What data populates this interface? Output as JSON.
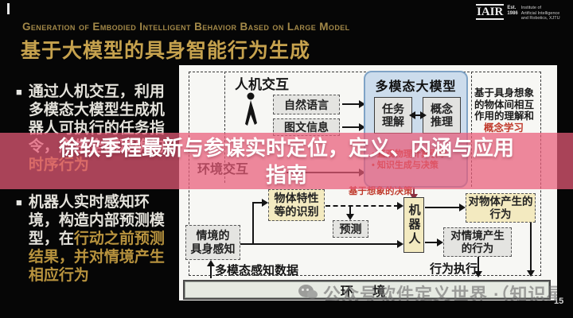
{
  "colors": {
    "accent_gold": "#c6a24e",
    "banner_pink": "#e85c79",
    "diagram_red": "#c0392b",
    "model_panel_blue": "#ccdcec"
  },
  "header": {
    "english_title": "Generation of Embodied Intelligent Behavior Based on Large Model",
    "chinese_title": "基于大模型的具身智能行为生成"
  },
  "logo": {
    "name": "IAIR",
    "est_label": "Est.",
    "est_year": "1986",
    "institute_line1": "Institute of",
    "institute_line2": "Artificial Intelligence",
    "institute_line3": "and Robotics, XJTU"
  },
  "sidebar": {
    "bullet_marker": "■",
    "bullets": [
      {
        "white": "通过人机交互，利用多模态大模型生成机器人可执行的任务指令，产生全面准确的",
        "gold": "时序行为"
      },
      {
        "white": "机器人实时感知环境，构造内部预测模型，在",
        "gold": "行动之前预测结果，并对情境产生相应行为"
      }
    ]
  },
  "overlay_banner": {
    "text": "徐软季程最新与参谋实时定位，定义、内涵与应用指南"
  },
  "diagram": {
    "human_interaction_label": "人机交互",
    "env_interaction_label": "环境交互",
    "natural_language_box": "自然语言",
    "image_text_box": "图文信息",
    "model_panel": {
      "title": "多模态大模型",
      "task_box": {
        "l1": "任务",
        "l2": "理解"
      },
      "concept_box": {
        "l1": "概念",
        "l2": "推理"
      },
      "bullet1": "• 直观物理计算引擎",
      "bullet2": "• 知识生成与决策"
    },
    "annotation": {
      "l1": "基于具身想象",
      "l2": "的物体间相互",
      "l3": "作用的理解和",
      "red": "概念学习"
    },
    "imagination_decision_label": "基于想象的决策",
    "object_recognition_box": {
      "l1": "物体特性",
      "l2": "等的识别"
    },
    "prediction_box": "预测",
    "situated_perception_box": {
      "l1": "情境的",
      "l2": "具身感知"
    },
    "multimodal_data_label": "多模态感知数据",
    "robot_box": "机器人",
    "behavior_object_box": {
      "l1": "对物体产生的",
      "l2": "行为"
    },
    "behavior_situation_box": {
      "l1": "对情境产生",
      "l2": "的行为"
    },
    "behavior_execution_label": "行为执行",
    "environment_label": "环 境"
  },
  "watermark": {
    "text": "公众号软件定义世界 ·（知识星球）"
  },
  "page_number": "15"
}
